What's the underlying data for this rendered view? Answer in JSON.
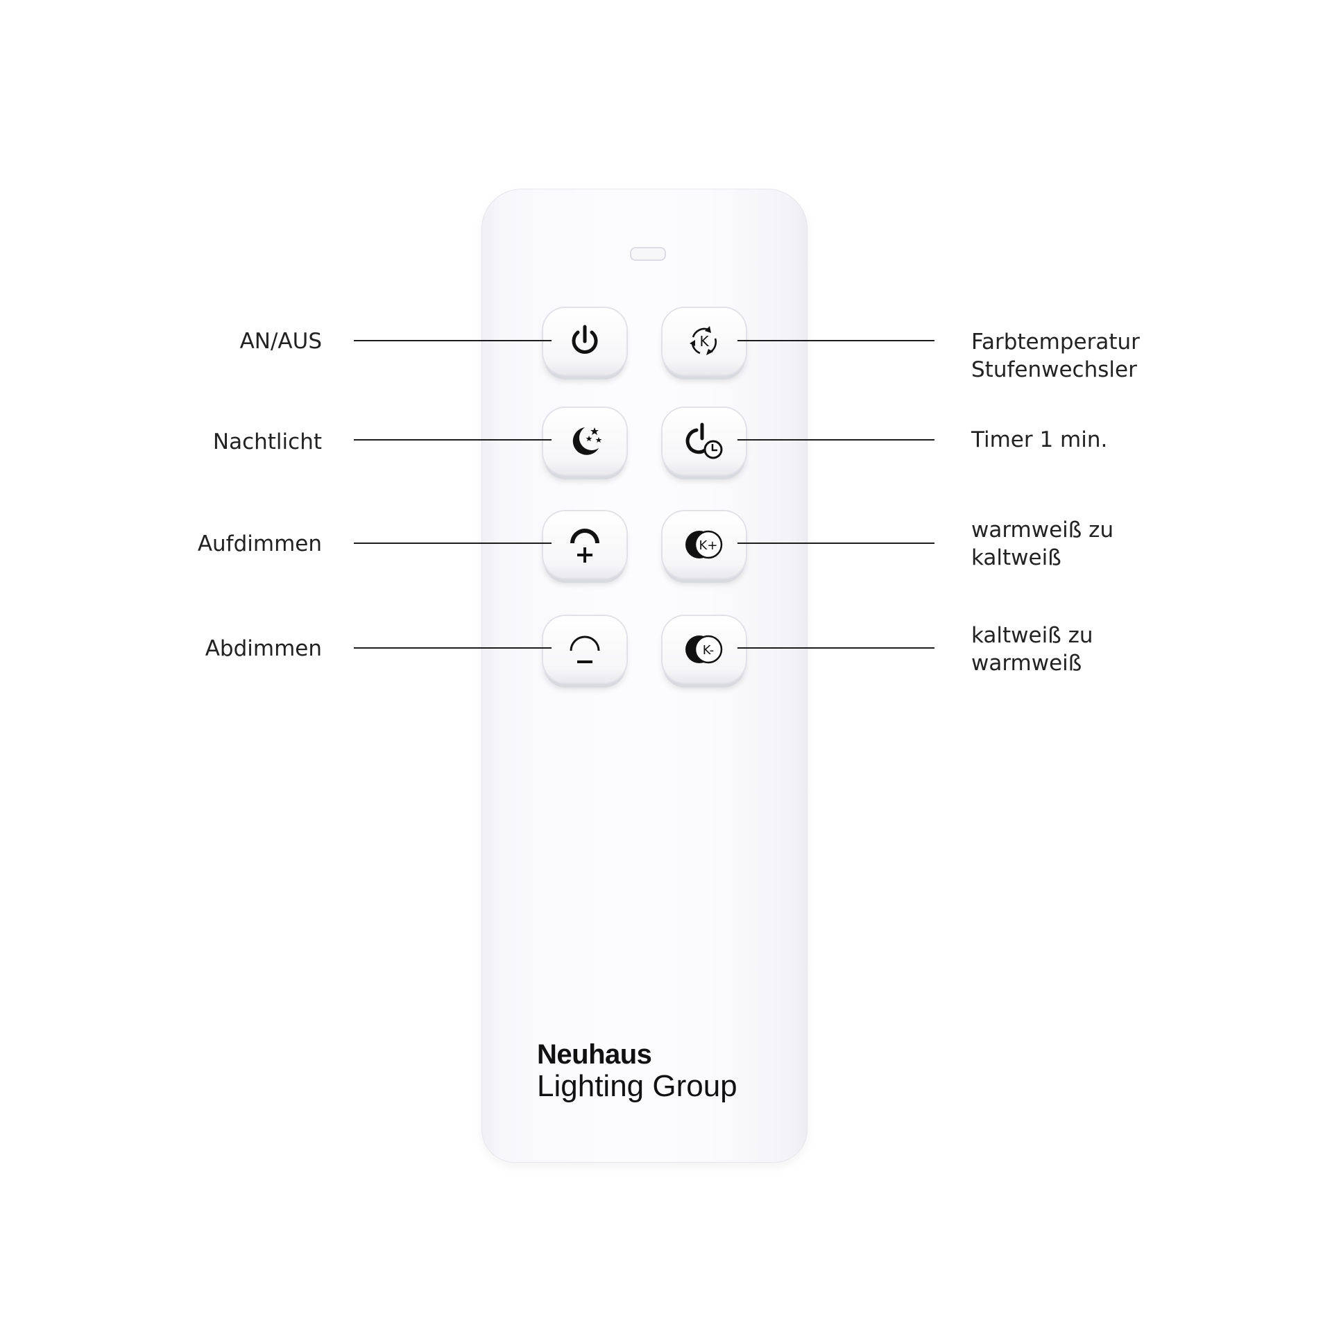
{
  "labels": {
    "on_off": "AN/AUS",
    "night_light": "Nachtlicht",
    "dim_up": "Aufdimmen",
    "dim_down": "Abdimmen",
    "color_temp_line1": "Farbtemperatur",
    "color_temp_line2": "Stufenwechsler",
    "timer": "Timer 1 min.",
    "warm_to_cold_line1": "warmweiß zu",
    "warm_to_cold_line2": "kaltweiß",
    "cold_to_warm_line1": "kaltweiß zu",
    "cold_to_warm_line2": "warmweiß"
  },
  "buttons": {
    "power": {
      "icon": "power-icon"
    },
    "color_cycle": {
      "icon": "color-temperature-cycle-icon",
      "glyph": "K"
    },
    "night": {
      "icon": "moon-stars-icon"
    },
    "timer": {
      "icon": "power-clock-icon"
    },
    "dim_up": {
      "icon": "dim-up-icon"
    },
    "warm_to_cold": {
      "icon": "kelvin-plus-icon",
      "glyph": "K+"
    },
    "dim_down": {
      "icon": "dim-down-icon"
    },
    "cold_to_warm": {
      "icon": "kelvin-minus-icon",
      "glyph": "K-"
    }
  },
  "brand": {
    "name": "Neuhaus",
    "subtitle": "Lighting Group"
  },
  "colors": {
    "background": "#ffffff",
    "remote_body": "#fafafc",
    "icon": "#111111",
    "text": "#222222"
  }
}
